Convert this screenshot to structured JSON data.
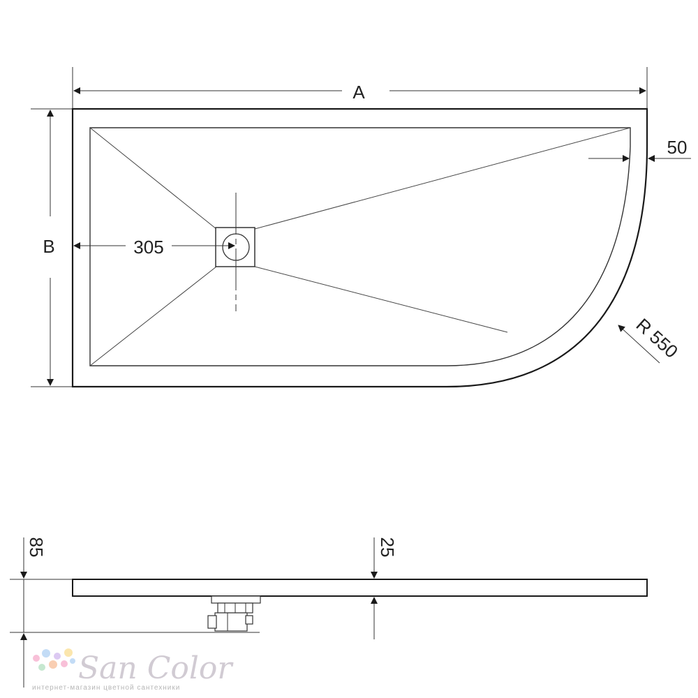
{
  "top_view": {
    "dim_a": "A",
    "dim_b": "B",
    "dim_rim": "50",
    "dim_drain_offset": "305",
    "dim_radius": "R 550"
  },
  "side_view": {
    "dim_total_height": "85",
    "dim_tray_thickness": "25"
  },
  "watermark": {
    "brand": "San Color",
    "tagline": "интернет-магазин цветной сантехники",
    "dot_colors": [
      "#f7b6d2",
      "#b9d7f5",
      "#d6c0f0",
      "#fbe29f",
      "#bde5c8",
      "#f8c6a5"
    ]
  },
  "colors": {
    "line": "#1a1a1a",
    "thin_line": "#333333"
  }
}
